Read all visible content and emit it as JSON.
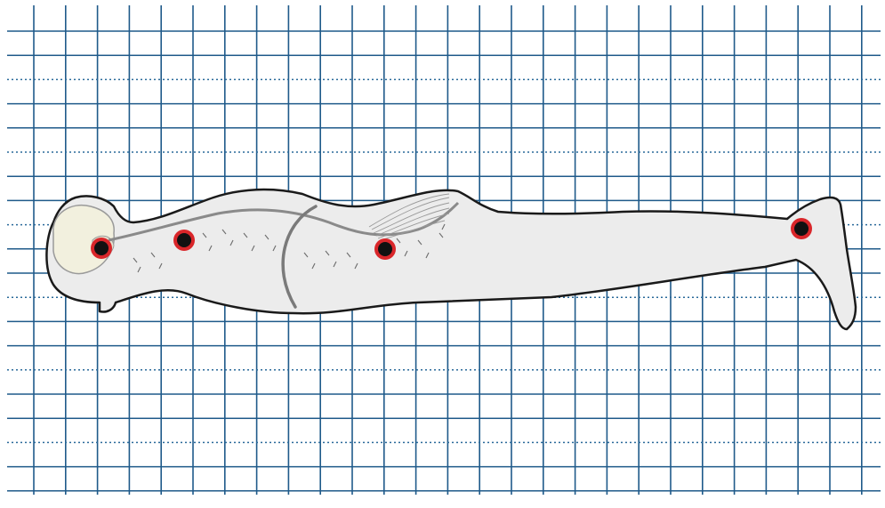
{
  "colors": {
    "grid_solid": "#1f5a8a",
    "grid_dotted": "#2a6a9a",
    "body_fill": "#ececec",
    "body_outline": "#1a1a1a",
    "spine": "#8a8a8a",
    "nerves": "#6d6d6d",
    "brain": "#f2f0de",
    "marker_ring": "#d9262a",
    "marker_core": "#111111"
  },
  "markers": [
    {
      "name": "head-marker"
    },
    {
      "name": "upper-back-marker"
    },
    {
      "name": "lower-back-marker"
    },
    {
      "name": "ankle-marker"
    }
  ]
}
